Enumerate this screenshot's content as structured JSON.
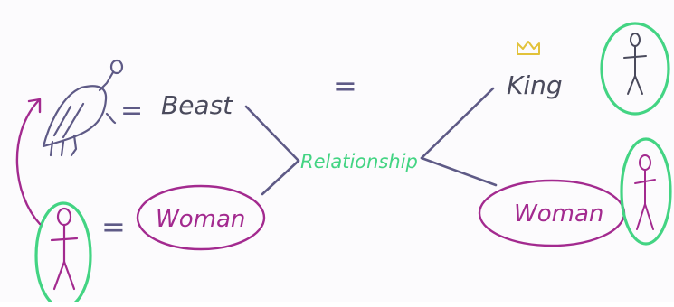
{
  "labels": {
    "beast": "Beast",
    "king": "King",
    "woman_left": "Woman",
    "woman_right": "Woman",
    "relationship": "Relationship",
    "equals_top": "=",
    "equals_beast": "=",
    "equals_woman": "="
  },
  "colors": {
    "ink_purple": "#5e5a86",
    "ink_magenta": "#a32a8f",
    "ink_green": "#43d483",
    "ink_gold": "#e2c23a",
    "ink_dark": "#4a4a5c",
    "background": "#fcfbfd"
  },
  "icons": {
    "beast": "animal-sketch-icon",
    "crown": "crown-icon",
    "king_figure": "stick-figure-icon",
    "woman_figure_left": "stick-figure-icon",
    "woman_figure_right": "stick-figure-icon",
    "arrow": "curved-arrow-icon"
  }
}
